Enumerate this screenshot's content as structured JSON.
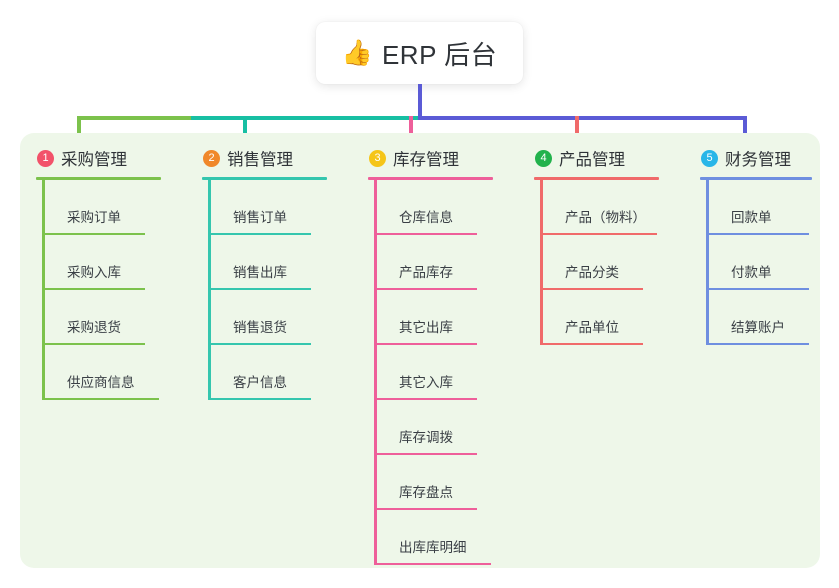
{
  "root": {
    "icon": "thumbs-up-icon",
    "icon_glyph": "👍",
    "title": "ERP 后台"
  },
  "panel": {
    "background_color": "#eef7e9"
  },
  "connectors": {
    "trunk_color": "#5b5bd6",
    "bus_segments": [
      {
        "name": "bus-green",
        "color": "#7cc24c"
      },
      {
        "name": "bus-teal",
        "color": "#18bfa3"
      },
      {
        "name": "bus-blue",
        "color": "#5b5bd6"
      }
    ],
    "drop_colors": [
      "#7cc24c",
      "#18bfa3",
      "#ee5f9a",
      "#f06a6a",
      "#5b5bd6"
    ]
  },
  "columns": [
    {
      "number": "1",
      "title": "采购管理",
      "badge_color": "#f2526a",
      "line_color": "#7cc24c",
      "items": [
        {
          "label": "采购订单"
        },
        {
          "label": "采购入库"
        },
        {
          "label": "采购退货"
        },
        {
          "label": "供应商信息"
        }
      ]
    },
    {
      "number": "2",
      "title": "销售管理",
      "badge_color": "#f0882a",
      "line_color": "#34c6ae",
      "items": [
        {
          "label": "销售订单"
        },
        {
          "label": "销售出库"
        },
        {
          "label": "销售退货"
        },
        {
          "label": "客户信息"
        }
      ]
    },
    {
      "number": "3",
      "title": "库存管理",
      "badge_color": "#f5c518",
      "line_color": "#ee5f9a",
      "items": [
        {
          "label": "仓库信息"
        },
        {
          "label": "产品库存"
        },
        {
          "label": "其它出库"
        },
        {
          "label": "其它入库"
        },
        {
          "label": "库存调拨"
        },
        {
          "label": "库存盘点"
        },
        {
          "label": "出库库明细"
        }
      ]
    },
    {
      "number": "4",
      "title": "产品管理",
      "badge_color": "#22b24c",
      "line_color": "#f06a6a",
      "items": [
        {
          "label": "产品（物料）"
        },
        {
          "label": "产品分类"
        },
        {
          "label": "产品单位"
        }
      ]
    },
    {
      "number": "5",
      "title": "财务管理",
      "badge_color": "#29b6e8",
      "line_color": "#6f8fe0",
      "items": [
        {
          "label": "回款单"
        },
        {
          "label": "付款单"
        },
        {
          "label": "结算账户"
        }
      ]
    }
  ]
}
